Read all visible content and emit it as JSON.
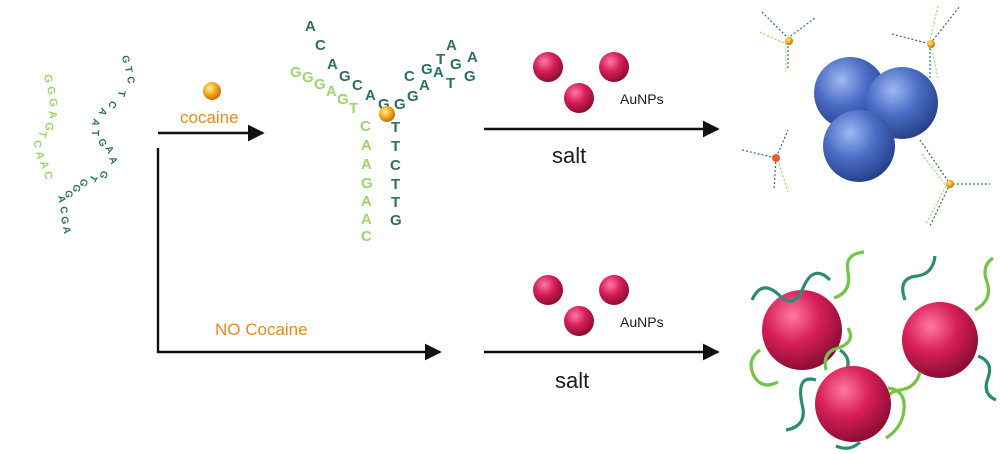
{
  "labels": {
    "cocaine": "cocaine",
    "no_cocaine": "NO Cocaine",
    "aunps_top": "AuNPs",
    "aunps_bottom": "AuNPs",
    "salt_top": "salt",
    "salt_bottom": "salt"
  },
  "aptamer": {
    "left_arm_light": "GGGAGTCAAGAAC",
    "top_arm_dark": "ACAGCAG",
    "right_arm_dark": "GTGCAATG",
    "right_tip_dark": "AG",
    "stem_dark": "TTCTTG"
  },
  "colors": {
    "dark_strand": "#2e6f63",
    "light_strand": "#9ed46f",
    "cocaine": "#f2a01c",
    "aunp": "#d61f5a",
    "aggregate": "#3f66c4"
  }
}
